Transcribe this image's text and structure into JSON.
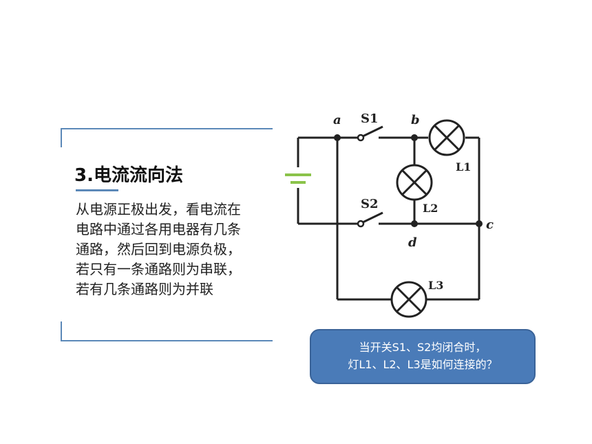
{
  "slide": {
    "title": "3.电流流向法",
    "body": "从电源正极出发，看电流在电路中通过各用电器有几条通路，然后回到电源负极，若只有一条通路则为串联，若有几条通路则为并联"
  },
  "diagram": {
    "node_labels": {
      "a": "a",
      "b": "b",
      "c": "c",
      "d": "d"
    },
    "switch_labels": {
      "s1": "S1",
      "s2": "S2"
    },
    "lamp_labels": {
      "l1": "L1",
      "l2": "L2",
      "l3": "L3"
    },
    "colors": {
      "battery": "#8bc34a",
      "wire": "#222222"
    }
  },
  "callout": {
    "line1": "当开关S1、S2均闭合时，",
    "line2": "灯L1、L2、L3是如何连接的？"
  }
}
